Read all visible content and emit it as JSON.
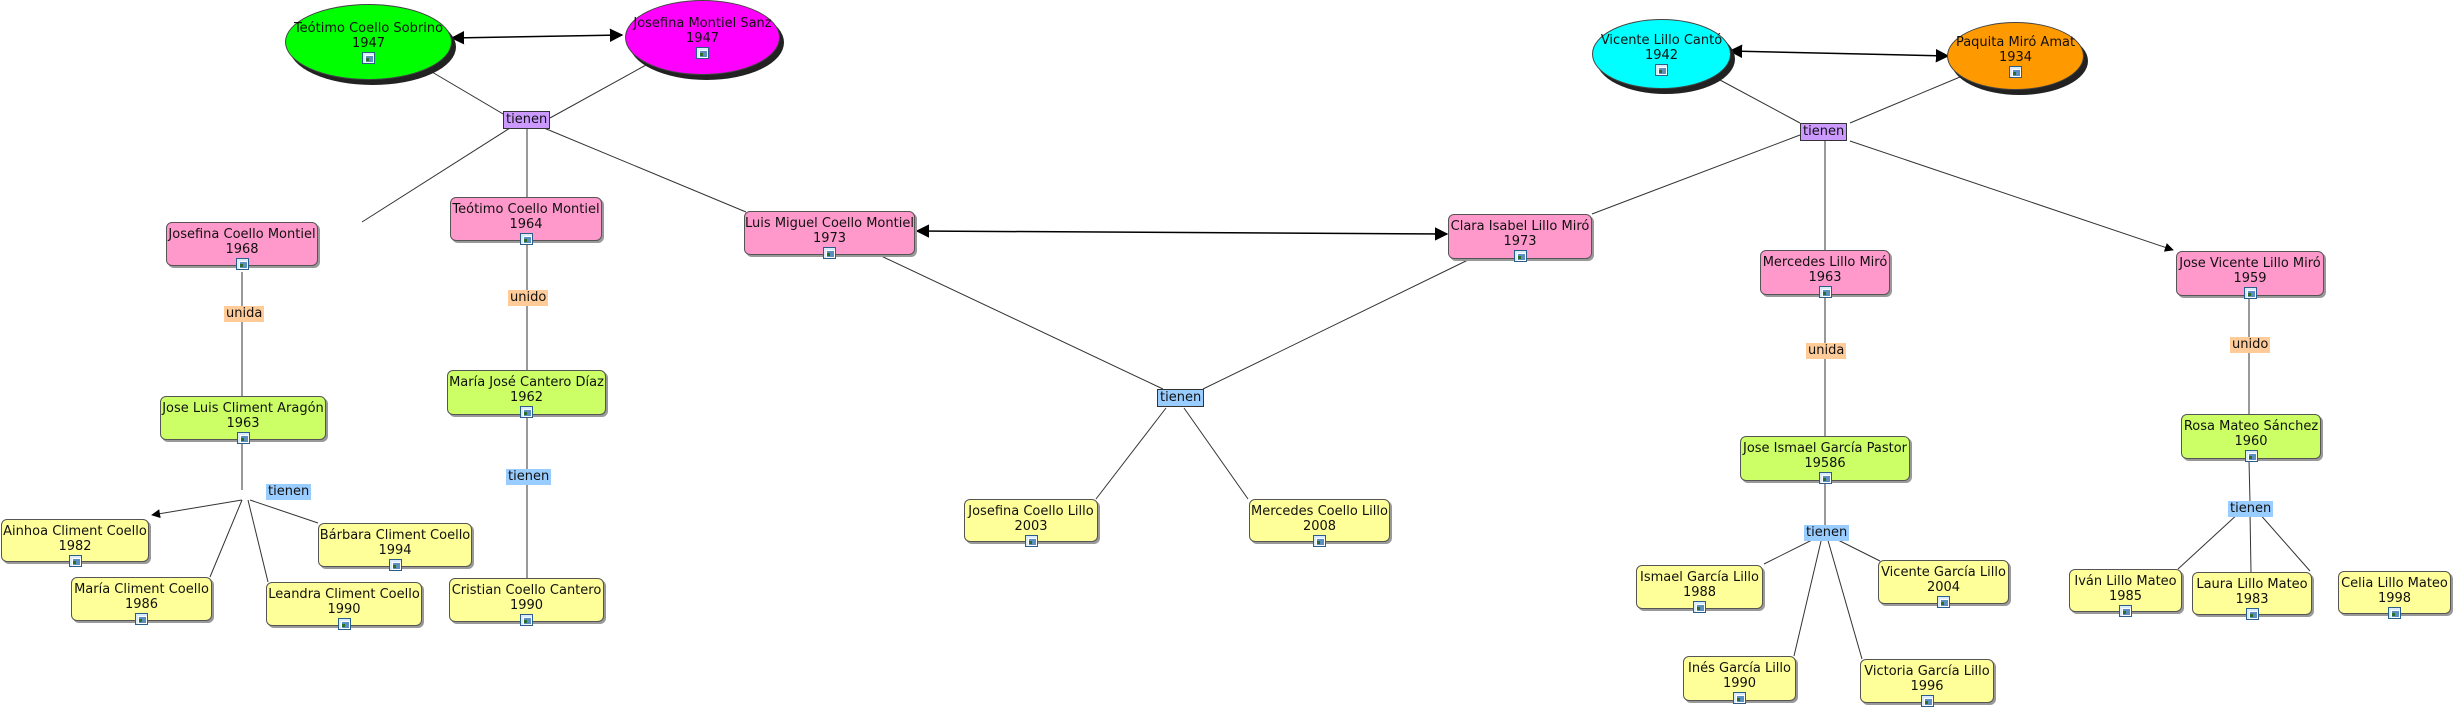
{
  "nodes": [
    {
      "id": "teotimo_sr",
      "name": "Teótimo Coello Sobrino",
      "year": "1947",
      "style": "ov-green"
    },
    {
      "id": "josefina_ms",
      "name": "Josefina Montiel Sanz",
      "year": "1947",
      "style": "ov-magenta"
    },
    {
      "id": "vicente_lc",
      "name": "Vicente Lillo Cantó",
      "year": "1942",
      "style": "ov-cyan"
    },
    {
      "id": "paquita_ma",
      "name": "Paquita Miró Amat",
      "year": "1934",
      "style": "ov-orange"
    },
    {
      "id": "josefina_cm",
      "name": "Josefina Coello Montiel",
      "year": "1968",
      "style": "pink"
    },
    {
      "id": "teotimo_cm",
      "name": "Teótimo Coello Montiel",
      "year": "1964",
      "style": "pink"
    },
    {
      "id": "luis_cm",
      "name": "Luis Miguel Coello Montiel",
      "year": "1973",
      "style": "pink"
    },
    {
      "id": "clara_lm",
      "name": "Clara Isabel Lillo Miró",
      "year": "1973",
      "style": "pink"
    },
    {
      "id": "mercedes_lm",
      "name": "Mercedes Lillo Miró",
      "year": "1963",
      "style": "pink"
    },
    {
      "id": "jose_vlm",
      "name": "Jose Vicente Lillo Miró",
      "year": "1959",
      "style": "pink"
    },
    {
      "id": "jose_lca",
      "name": "Jose Luis Climent Aragón",
      "year": "1963",
      "style": "green"
    },
    {
      "id": "maria_jcd",
      "name": "María José Cantero Díaz",
      "year": "1962",
      "style": "green"
    },
    {
      "id": "jose_igp",
      "name": "Jose Ismael García Pastor",
      "year": "19586",
      "style": "green"
    },
    {
      "id": "rosa_ms",
      "name": "Rosa Mateo Sánchez",
      "year": "1960",
      "style": "green"
    },
    {
      "id": "ainhoa",
      "name": "Ainhoa Climent Coello",
      "year": "1982",
      "style": "yellow"
    },
    {
      "id": "barbara",
      "name": "Bárbara Climent Coello",
      "year": "1994",
      "style": "yellow"
    },
    {
      "id": "maria_cc",
      "name": "María Climent Coello",
      "year": "1986",
      "style": "yellow"
    },
    {
      "id": "leandra",
      "name": "Leandra Climent Coello",
      "year": "1990",
      "style": "yellow"
    },
    {
      "id": "cristian",
      "name": "Cristian Coello Cantero",
      "year": "1990",
      "style": "yellow"
    },
    {
      "id": "josefina_cl",
      "name": "Josefina Coello Lillo",
      "year": "2003",
      "style": "yellow"
    },
    {
      "id": "mercedes_cl",
      "name": "Mercedes Coello Lillo",
      "year": "2008",
      "style": "yellow"
    },
    {
      "id": "ismael",
      "name": "Ismael García Lillo",
      "year": "1988",
      "style": "yellow"
    },
    {
      "id": "vicente_gl",
      "name": "Vicente García Lillo",
      "year": "2004",
      "style": "yellow"
    },
    {
      "id": "ines",
      "name": "Inés García Lillo",
      "year": "1990",
      "style": "yellow"
    },
    {
      "id": "victoria",
      "name": "Victoria García Lillo",
      "year": "1996",
      "style": "yellow"
    },
    {
      "id": "ivan",
      "name": "Iván Lillo Mateo",
      "year": "1985",
      "style": "yellow"
    },
    {
      "id": "laura",
      "name": "Laura Lillo Mateo",
      "year": "1983",
      "style": "yellow"
    },
    {
      "id": "celia",
      "name": "Celia Lillo Mateo",
      "year": "1998",
      "style": "yellow"
    }
  ],
  "labels": [
    {
      "id": "t1",
      "text": "tienen",
      "style": "lbl-purple"
    },
    {
      "id": "t2",
      "text": "tienen",
      "style": "lbl-purple"
    },
    {
      "id": "t3",
      "text": "tienen",
      "style": "lbl-boxblue"
    },
    {
      "id": "u1",
      "text": "unida",
      "style": "lbl-orange"
    },
    {
      "id": "u2",
      "text": "unido",
      "style": "lbl-orange"
    },
    {
      "id": "u3",
      "text": "unida",
      "style": "lbl-orange"
    },
    {
      "id": "u4",
      "text": "unido",
      "style": "lbl-orange"
    },
    {
      "id": "t4",
      "text": "tienen",
      "style": "lbl-blue"
    },
    {
      "id": "t5",
      "text": "tienen",
      "style": "lbl-blue"
    },
    {
      "id": "t6",
      "text": "tienen",
      "style": "lbl-blue"
    },
    {
      "id": "t7",
      "text": "tienen",
      "style": "lbl-blue"
    }
  ],
  "colors": {
    "line": "#333333",
    "pink": "#ff99cc",
    "green": "#ccff66",
    "yellow": "#ffff99"
  },
  "icon": "image-icon"
}
